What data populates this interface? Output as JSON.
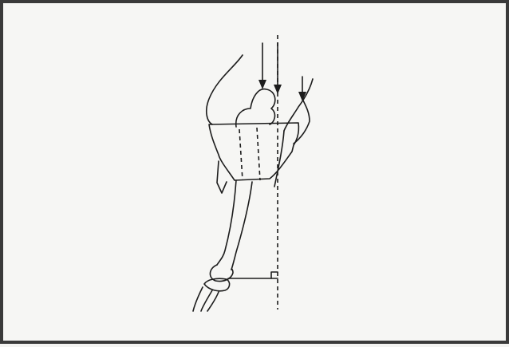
{
  "figure": {
    "description_visible_text": "",
    "colors": {
      "background": "#f6f6f4",
      "line": "#1c1c1c",
      "border": "#3a3a3a"
    },
    "elements": [
      "femur-outline",
      "patella-outline",
      "tibia-plateau-outline",
      "fibula-outline",
      "tibia-shaft-outline",
      "ankle-bones",
      "load-arrow-femur",
      "load-arrow-center",
      "load-arrow-lateral",
      "vertical-reference-line",
      "horizontal-offset-line",
      "right-angle-marker"
    ]
  }
}
